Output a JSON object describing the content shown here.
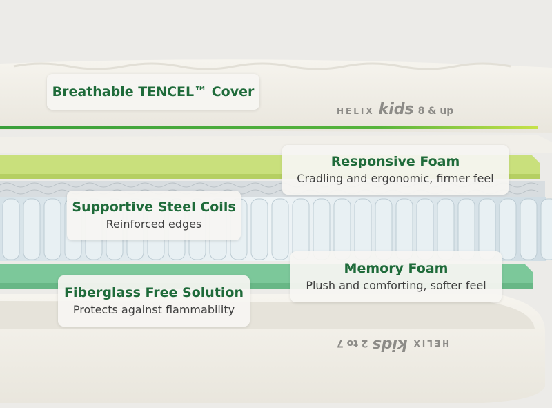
{
  "callouts": [
    {
      "title": "Breathable TENCEL™ Cover",
      "subtitle": ""
    },
    {
      "title": "Responsive Foam",
      "subtitle": "Cradling and ergonomic, firmer feel"
    },
    {
      "title": "Supportive Steel Coils",
      "subtitle": "Reinforced edges"
    },
    {
      "title": "Memory Foam",
      "subtitle": "Plush and comforting, softer feel"
    },
    {
      "title": "Fiberglass Free Solution",
      "subtitle": "Protects against flammability"
    }
  ],
  "brand_top": {
    "helix": "HELIX",
    "kids": "kids",
    "age": "8 & up"
  },
  "brand_bottom": {
    "helix": "HELIX",
    "kids": "kids",
    "age": "2 to 7"
  },
  "colors": {
    "background": "#ecebe8",
    "cover": "#f3f1ea",
    "green_stripe": "#3fae3a",
    "lime_stripe": "#c9e246",
    "responsive_foam": "#c8e07a",
    "coils": "#dfe9ee",
    "memory_foam": "#7bc89a",
    "title_green": "#1f6b3a"
  }
}
